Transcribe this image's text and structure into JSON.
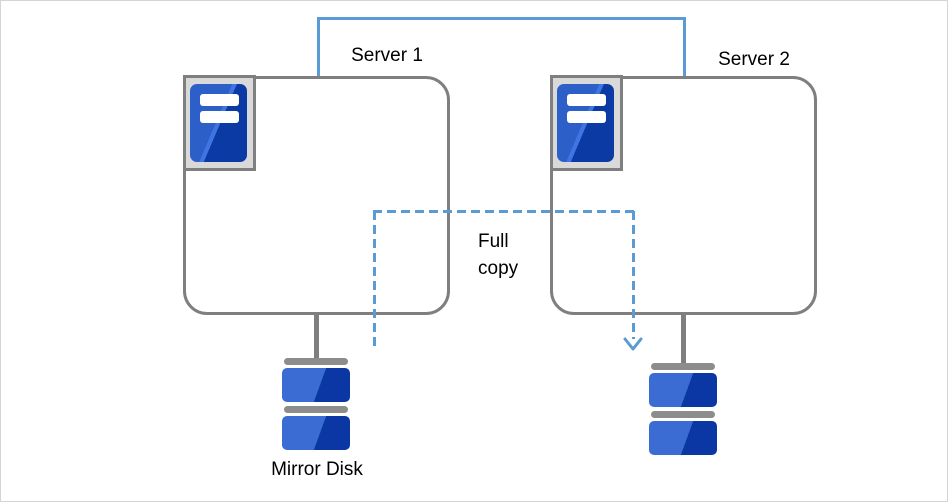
{
  "servers": [
    {
      "label": "Server 1"
    },
    {
      "label": "Server 2"
    }
  ],
  "full_copy": {
    "line1": "Full",
    "line2": "copy"
  },
  "mirror_disk_label": "Mirror Disk",
  "icons": {
    "server_icon": "tower-server glyph: blue rounded rectangle with two white drive slots inside a gray bezel",
    "disk_icon": "stacked-disk glyph: two blue blocks separated by gray platter bars",
    "arrow_icon": "open chevron arrowhead pointing down"
  },
  "colors": {
    "connector_blue": "#5b9bd5",
    "box_border": "#7f7f7f",
    "icon_bg": "#d9d9d9",
    "server_light": "#2d5fc9",
    "server_streak": "#3f74e3",
    "server_dark": "#0c3aa4",
    "disk_light": "#3a6cd4",
    "disk_dark": "#0a37a3",
    "bar_gray": "#8c8c8c",
    "text_color": "#000000"
  }
}
